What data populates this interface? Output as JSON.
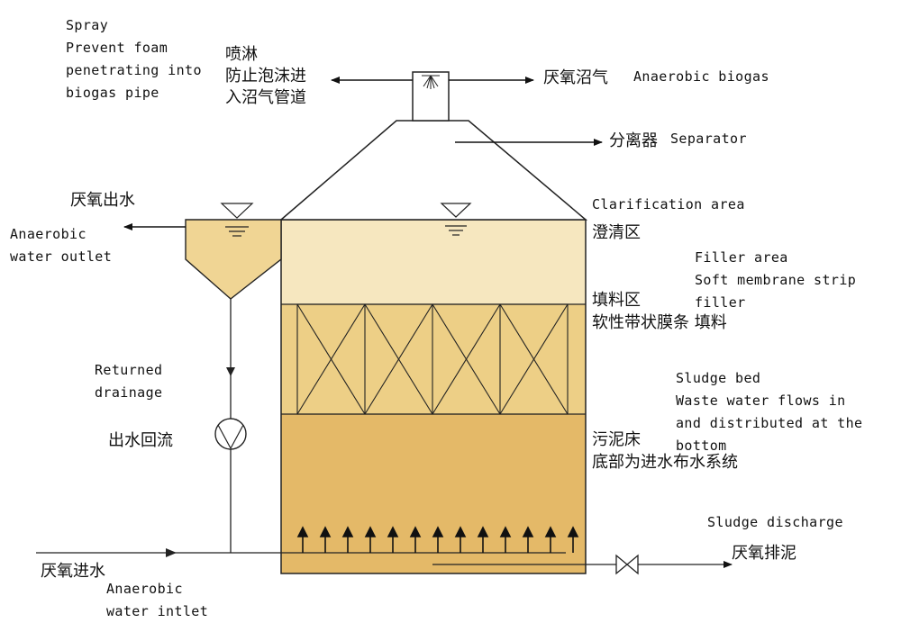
{
  "colors": {
    "liquid_light": "#f6e7bf",
    "liquid_mid": "#edcf86",
    "liquid_dark": "#e4b968",
    "outline": "#222222"
  },
  "labels": {
    "spray_en": [
      "Spray",
      "Prevent foam",
      "penetrating into",
      "biogas pipe"
    ],
    "spray_zh": [
      "喷淋",
      "防止泡沫进",
      "入沼气管道"
    ],
    "biogas_zh": "厌氧沼气",
    "biogas_en": "Anaerobic biogas",
    "separator_zh": "分离器",
    "separator_en": "Separator",
    "outlet_zh": "厌氧出水",
    "outlet_en": [
      "Anaerobic",
      "water outlet"
    ],
    "clarification_en": "Clarification area",
    "clarification_zh": "澄清区",
    "filler_en": [
      "Filler area",
      "Soft membrane strip",
      "filler"
    ],
    "filler_zh": [
      "填料区",
      "软性带状膜条 填料"
    ],
    "returned_en": [
      "Returned",
      "drainage"
    ],
    "returned_zh": "出水回流",
    "sludge_bed_en": [
      "Sludge bed",
      "Waste water flows in",
      "and distributed at the",
      "bottom"
    ],
    "sludge_bed_zh": [
      "污泥床",
      "底部为进水布水系统"
    ],
    "sludge_discharge_en": "Sludge discharge",
    "sludge_discharge_zh": "厌氧排泥",
    "inlet_zh": "厌氧进水",
    "inlet_en": [
      "Anaerobic",
      "water intlet"
    ]
  }
}
